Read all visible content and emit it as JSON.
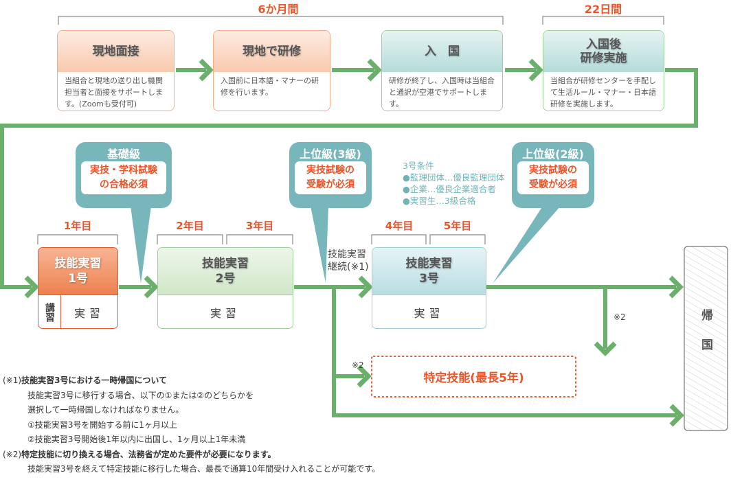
{
  "periods": {
    "six_months": "6か月間",
    "twenty_two_days": "22日間"
  },
  "steps": [
    {
      "title": "現地面接",
      "desc": "当組合と現地の送り出し機関担当者と面接をサポートします。(Zoomも受付可)"
    },
    {
      "title": "現地で研修",
      "desc": "入国前に日本語・マナーの研修を行います。"
    },
    {
      "title": "入　国",
      "desc": "研修が終了し、入国時は当組合と通訳が空港でサポートします。"
    },
    {
      "title": "入国後\n研修実施",
      "desc": "当組合が研修センターを手配して生活ルール・マナー・日本語研修を実施します。"
    }
  ],
  "years": [
    "1年目",
    "2年目",
    "3年目",
    "4年目",
    "5年目"
  ],
  "stages": [
    {
      "title1": "技能実習",
      "title2": "1号",
      "lecture": "講習",
      "body": "実習"
    },
    {
      "title1": "技能実習",
      "title2": "2号",
      "body": "実習"
    },
    {
      "title1": "技能実習",
      "title2": "3号",
      "body": "実習"
    }
  ],
  "callouts": [
    {
      "title": "基礎級",
      "line1": "実技・学科試験",
      "line2": "の合格必須"
    },
    {
      "title": "上位級(3級)",
      "line1": "実技試験の",
      "line2": "受験が必須"
    },
    {
      "title": "上位級(2級)",
      "line1": "実技試験の",
      "line2": "受験が必須"
    }
  ],
  "conditions": {
    "title": "3号条件",
    "items": [
      "●監理団体…優良監理団体",
      "●企業…優良企業適合者",
      "●実習生…3級合格"
    ]
  },
  "continue_label": {
    "line1": "技能実習",
    "line2": "継続(※1)"
  },
  "note_marks": {
    "right": "※2",
    "left": "※2"
  },
  "tokutei": "特定技能(最長5年)",
  "return_home": "帰国",
  "notes": {
    "n1_mark": "(※1)",
    "n1_title": "技能実習3号における一時帰国について",
    "n1_lines": [
      "技能実習3号に移行する場合、以下の①または②のどちらかを",
      "選択して一時帰国しなければなりません。",
      "①技能実習3号を開始する前に1ヶ月以上",
      "②技能実習3号開始後1年以内に出国し、1ヶ月以上1年未満"
    ],
    "n2_mark": "(※2)",
    "n2_title": "特定技能に切り換える場合、法務省が定めた要件が必要になります。",
    "n2_lines": [
      "技能実習3号を終えて特定技能に移行した場合、最長で通算10年間受け入れることが可能です。"
    ]
  },
  "colors": {
    "flow_green": "#6aaf6a",
    "accent_orange": "#e8562a",
    "callout_teal": "#77b7bb"
  }
}
